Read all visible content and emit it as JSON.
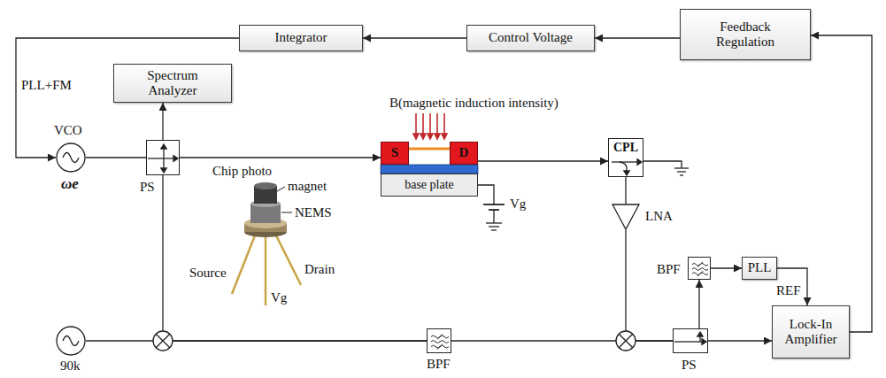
{
  "diagram": {
    "nodes": [
      {
        "text": [
          "Integrator"
        ]
      },
      {
        "text": [
          "Control Voltage"
        ]
      },
      {
        "text": [
          "Feedback Regulation"
        ]
      },
      {
        "text": [
          "Spectrum Analyzer"
        ]
      },
      {
        "text": [
          "VCO",
          "ωe"
        ]
      },
      {
        "text": [
          "PS"
        ]
      },
      {
        "text": [
          "S"
        ]
      },
      {
        "text": [
          "D"
        ]
      },
      {
        "text": [
          "base plate"
        ]
      },
      {
        "text": [
          "CPL"
        ]
      },
      {
        "text": [
          "LNA"
        ]
      },
      {
        "text": [
          "BPF"
        ]
      },
      {
        "text": [
          "PLL"
        ]
      },
      {
        "text": [
          "90k"
        ]
      },
      {
        "text": [
          "BPF"
        ]
      },
      {
        "text": [
          "PS"
        ]
      },
      {
        "text": [
          "Lock-In Amplifier"
        ]
      }
    ],
    "edges": [
      {
        "from": 2,
        "to": 1,
        "arrow": "to"
      },
      {
        "from": 1,
        "to": 0,
        "arrow": "to"
      },
      {
        "from": 0,
        "to": 4,
        "arrow": "to"
      },
      {
        "from": 4,
        "to": 5,
        "arrow": "none"
      },
      {
        "from": 5,
        "to": 3,
        "arrow": "to"
      },
      {
        "from": 5,
        "to": 6,
        "arrow": "to"
      },
      {
        "from": 6,
        "to": 7,
        "arrow": "none"
      },
      {
        "from": 7,
        "to": 9,
        "arrow": "to"
      },
      {
        "from": 9,
        "to": 10,
        "arrow": "none"
      },
      {
        "from": 5,
        "to": 14,
        "arrow": "none"
      },
      {
        "from": 13,
        "to": 14,
        "arrow": "none"
      },
      {
        "from": 14,
        "to": 15,
        "arrow": "none"
      },
      {
        "from": 10,
        "to": 15,
        "arrow": "none"
      },
      {
        "from": 15,
        "to": 11,
        "arrow": "to"
      },
      {
        "from": 11,
        "to": 12,
        "arrow": "to"
      },
      {
        "from": 12,
        "to": 16,
        "label": "REF",
        "arrow": "to"
      },
      {
        "from": 15,
        "to": 16,
        "arrow": "to"
      },
      {
        "from": 16,
        "to": 2,
        "arrow": "to"
      }
    ],
    "labels": [
      "PLL+FM",
      "B(magnetic induction intensity)",
      "Chip photo",
      "magnet",
      "NEMS",
      "Source",
      "Drain",
      "Vg",
      "Vg"
    ]
  }
}
